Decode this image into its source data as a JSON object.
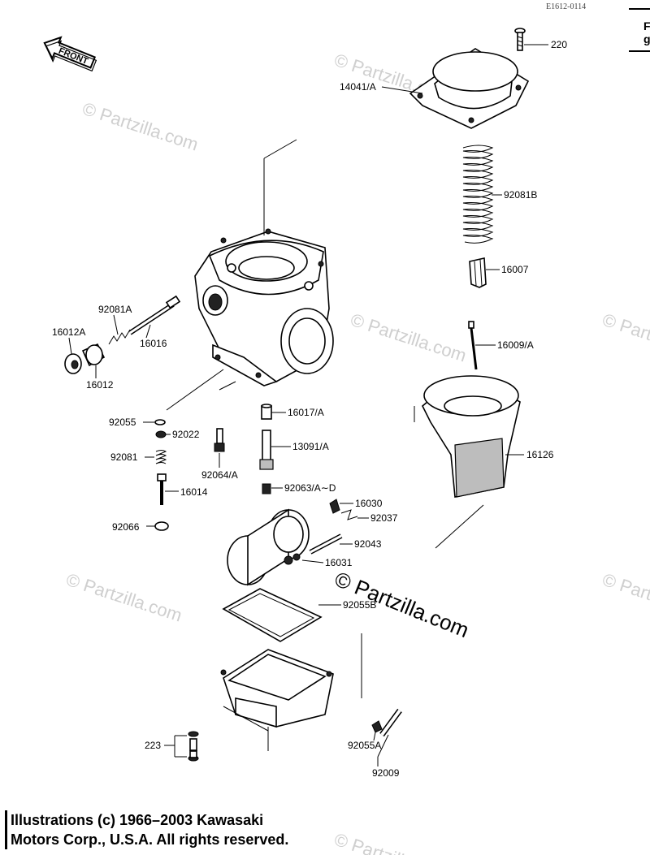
{
  "diagram": {
    "ref_code": "E1612-0114",
    "front_label": "FRONT",
    "watermark_big": "© Partzilla.com",
    "watermark_small": "© Partzilla.com",
    "corner_letters": [
      "F",
      "g"
    ],
    "labels": {
      "p220": "220",
      "p14041A": "14041/A",
      "p92081B": "92081B",
      "p16007": "16007",
      "p16009A": "16009/A",
      "p16126": "16126",
      "p92081A": "92081A",
      "p16012A": "16012A",
      "p16016": "16016",
      "p16012": "16012",
      "p92055": "92055",
      "p92022": "92022",
      "p16017A": "16017/A",
      "p92081": "92081",
      "p13091A": "13091/A",
      "p92064A": "92064/A",
      "p16014": "16014",
      "p92063": "92063/A∼D",
      "p16030": "16030",
      "p92037": "92037",
      "p92066": "92066",
      "p92043": "92043",
      "p16031": "16031",
      "p92055B": "92055B",
      "p223": "223",
      "p92055A": "92055A",
      "p92009": "92009"
    }
  },
  "copyright": {
    "line1": "Illustrations (c) 1966–2003 Kawasaki",
    "line2": "Motors Corp., U.S.A.  All rights reserved."
  }
}
